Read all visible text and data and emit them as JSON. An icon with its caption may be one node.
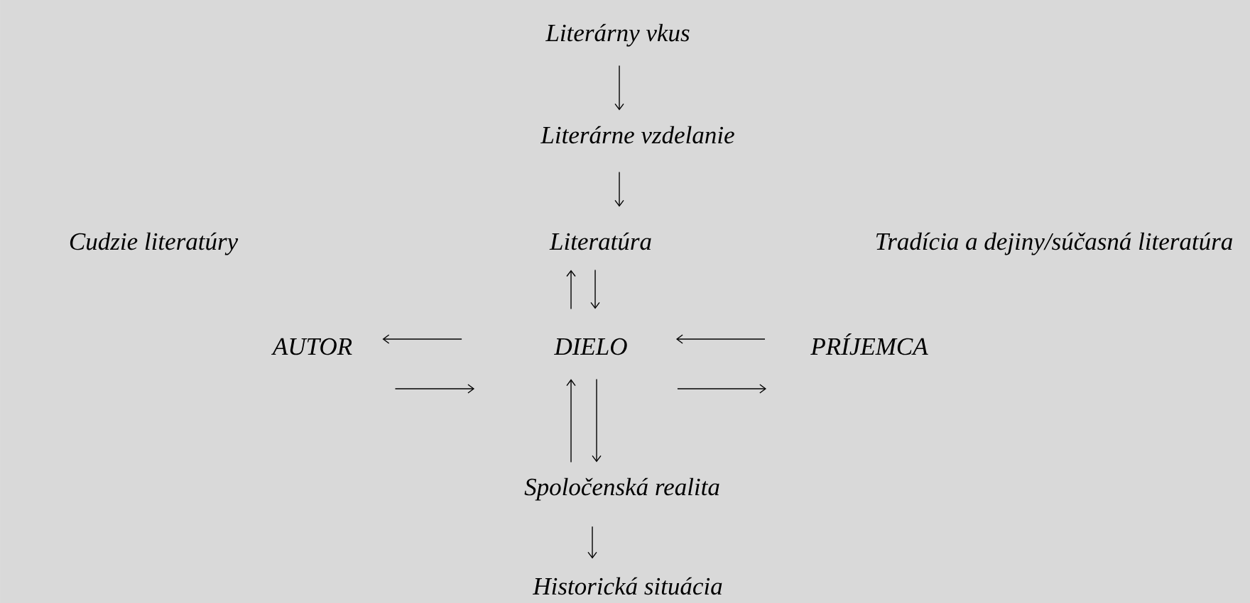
{
  "diagram": {
    "nodes": [
      {
        "text": [
          "Literárny vkus"
        ]
      },
      {
        "text": [
          "Literárne vzdelanie"
        ]
      },
      {
        "text": [
          "Cudzie literatúry"
        ]
      },
      {
        "text": [
          "Literatúra"
        ]
      },
      {
        "text": [
          "Tradícia a dejiny/súčasná literatúra"
        ]
      },
      {
        "text": [
          "AUTOR"
        ]
      },
      {
        "text": [
          "DIELO"
        ]
      },
      {
        "text": [
          "PRÍJEMCA"
        ]
      },
      {
        "text": [
          "Spoločenská realita"
        ]
      },
      {
        "text": [
          "Historická situácia"
        ]
      }
    ],
    "edges": [
      {
        "from": 0,
        "to": 1,
        "arrow": "to"
      },
      {
        "from": 1,
        "to": 3,
        "arrow": "to"
      },
      {
        "from": 6,
        "to": 3,
        "arrow": "to"
      },
      {
        "from": 3,
        "to": 6,
        "arrow": "to"
      },
      {
        "from": 6,
        "to": 5,
        "arrow": "to"
      },
      {
        "from": 5,
        "to": 6,
        "arrow": "to"
      },
      {
        "from": 7,
        "to": 6,
        "arrow": "to"
      },
      {
        "from": 6,
        "to": 7,
        "arrow": "to"
      },
      {
        "from": 8,
        "to": 6,
        "arrow": "to"
      },
      {
        "from": 6,
        "to": 8,
        "arrow": "to"
      },
      {
        "from": 8,
        "to": 9,
        "arrow": "to"
      }
    ]
  }
}
